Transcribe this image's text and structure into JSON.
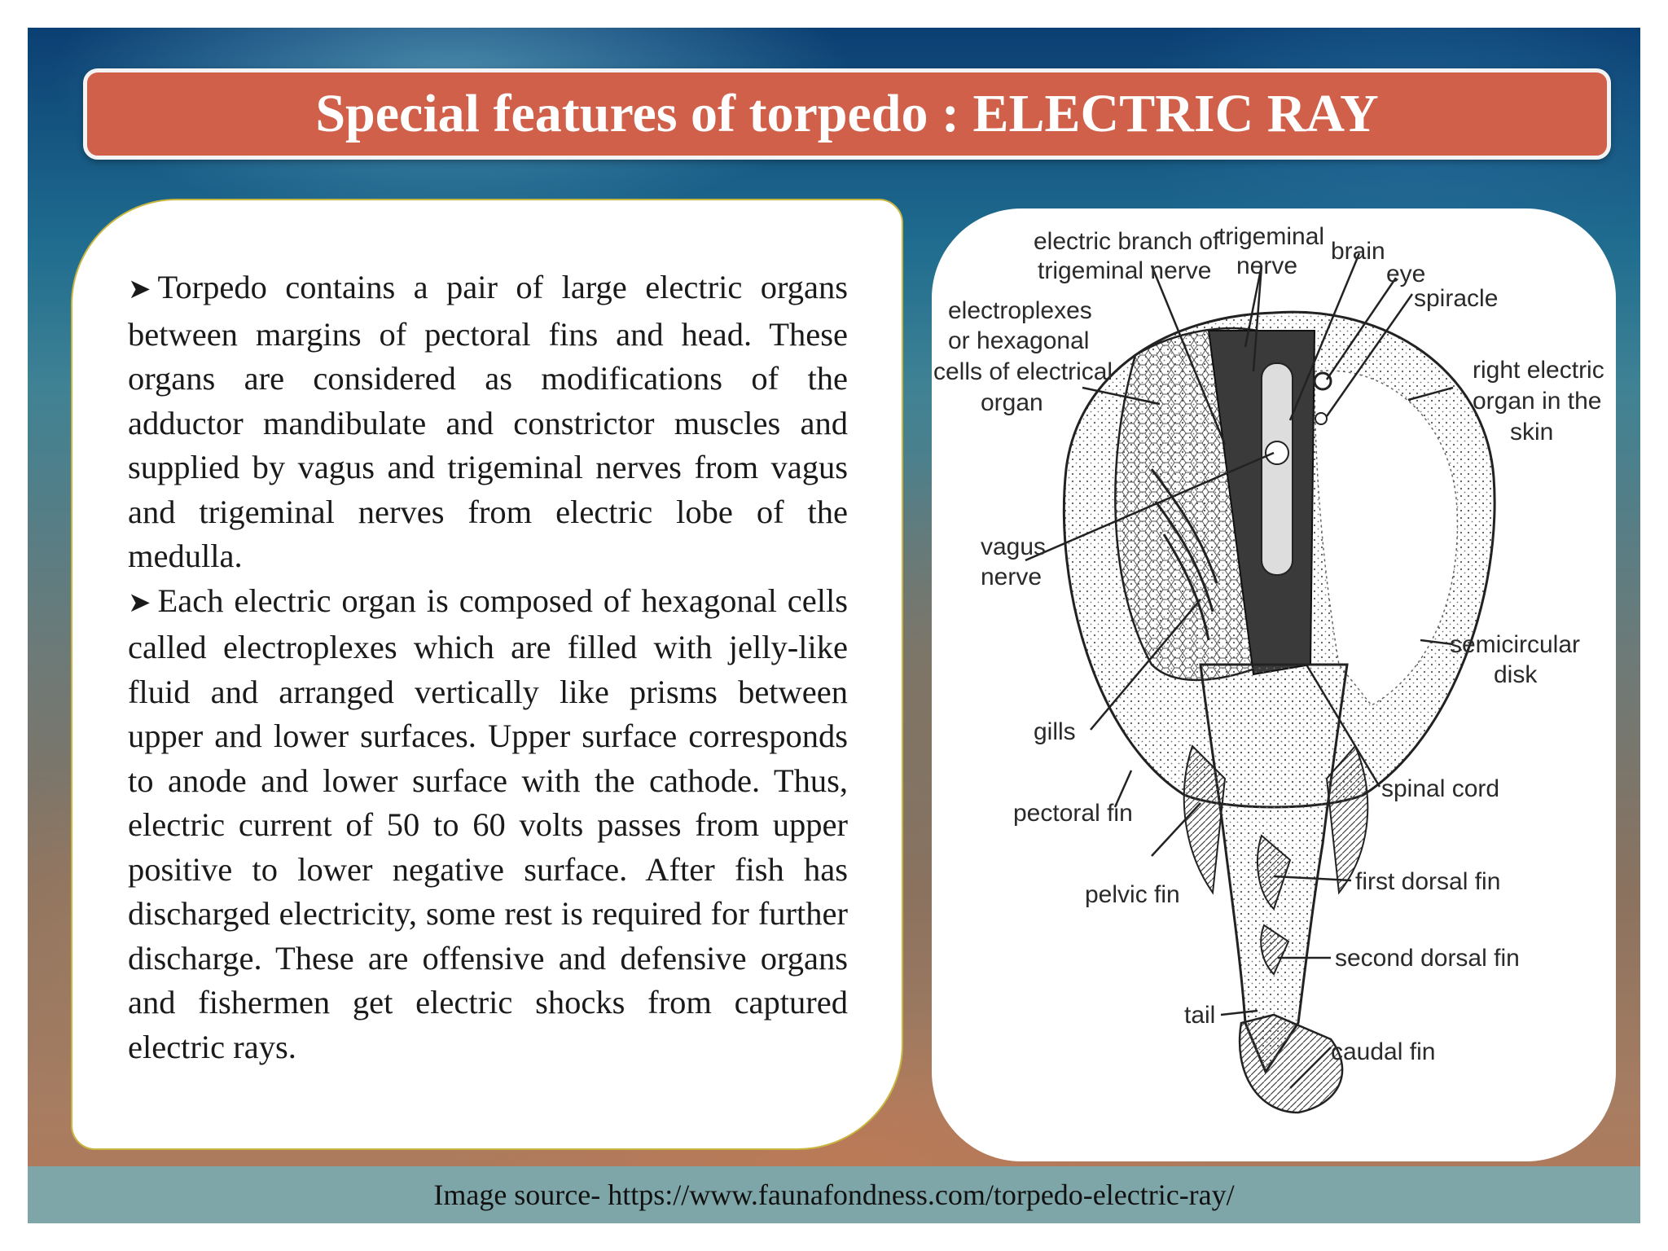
{
  "title": "Special features of torpedo : ELECTRIC RAY",
  "bullets": [
    "Torpedo contains a pair of large electric organs between margins of pectoral fins and head. These organs are considered as modifications of the adductor mandibulate and constrictor muscles and supplied by vagus and trigeminal nerves from vagus and trigeminal nerves from electric lobe of the medulla.",
    "Each electric organ is composed of hexagonal cells called electroplexes which are filled with jelly-like fluid and arranged vertically like prisms between upper and lower surfaces. Upper surface corresponds to anode and lower surface with the cathode. Thus, electric current of 50 to 60 volts passes from upper positive to lower negative surface. After fish has discharged electricity, some rest is required for further discharge. These are offensive and defensive organs and fishermen get electric shocks from captured electric rays."
  ],
  "bullet_icon": "arrowhead-bullet-icon",
  "diagram": {
    "labels": {
      "electric_branch_1": "electric branch of",
      "electric_branch_2": "trigeminal nerve",
      "trigeminal_1": "trigeminal",
      "trigeminal_2": "nerve",
      "brain": "brain",
      "eye": "eye",
      "spiracle": "spiracle",
      "electroplexes_1": "electroplexes",
      "electroplexes_2": "or hexagonal",
      "electroplexes_3": "cells of electrical",
      "electroplexes_4": "organ",
      "right_organ_1": "right electric",
      "right_organ_2": "organ in the",
      "right_organ_3": "skin",
      "vagus_1": "vagus",
      "vagus_2": "nerve",
      "semicircular_1": "semicircular",
      "semicircular_2": "disk",
      "gills": "gills",
      "pectoral_fin": "pectoral fin",
      "spinal_cord": "spinal cord",
      "pelvic_fin": "pelvic fin",
      "first_dorsal_fin": "first dorsal fin",
      "second_dorsal_fin": "second dorsal fin",
      "tail": "tail",
      "caudal_fin": "caudal fin"
    }
  },
  "footer": "Image source- https://www.faunafondness.com/torpedo-electric-ray/",
  "colors": {
    "title_bar": "#d0604a",
    "text_card_border": "#c9b640",
    "footer_bar": "#7ea6a8"
  }
}
